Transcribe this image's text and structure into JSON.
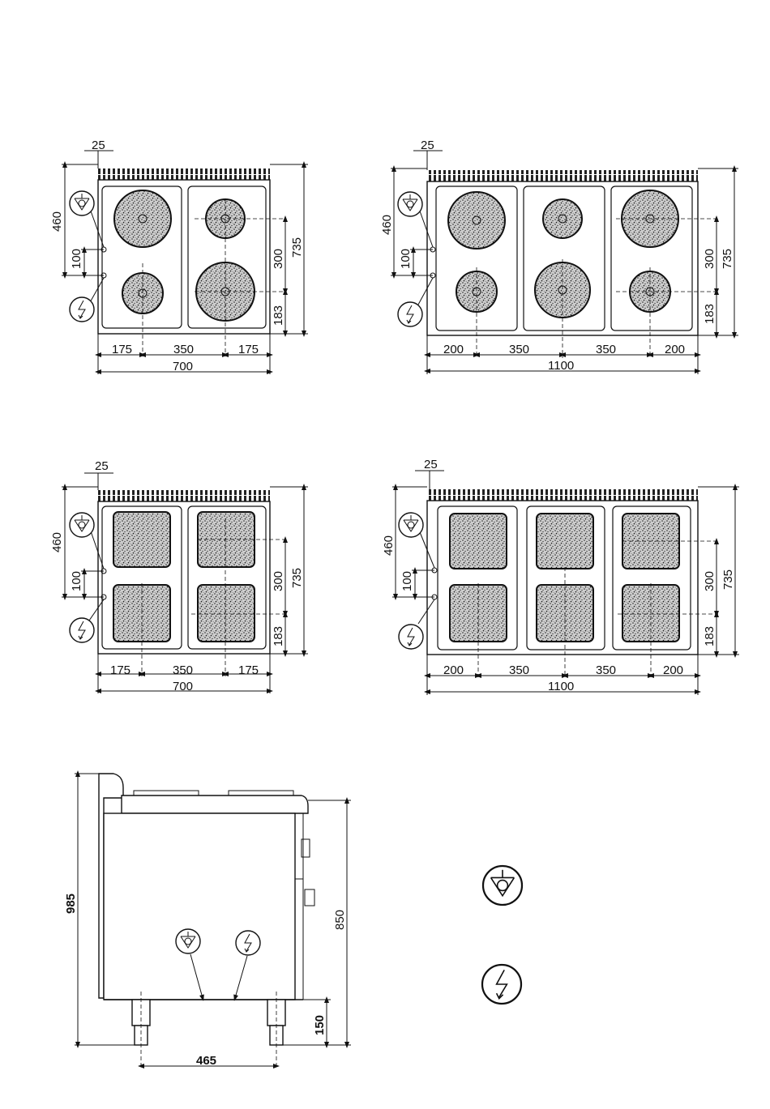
{
  "views": {
    "top_left": {
      "name": "round-plates-700",
      "dim_top": "25",
      "dim_left_outer": "460",
      "dim_left_inner": "100",
      "dim_right_inner": "300",
      "dim_right_lower": "183",
      "dim_right_outer": "735",
      "dim_bottom_segments": [
        "175",
        "350",
        "175"
      ],
      "dim_bottom_total": "700"
    },
    "top_right": {
      "name": "round-plates-1100",
      "dim_top": "25",
      "dim_left_outer": "460",
      "dim_left_inner": "100",
      "dim_right_inner": "300",
      "dim_right_lower": "183",
      "dim_right_outer": "735",
      "dim_bottom_segments": [
        "200",
        "350",
        "350",
        "200"
      ],
      "dim_bottom_total": "1100"
    },
    "mid_left": {
      "name": "square-plates-700",
      "dim_top": "25",
      "dim_left_outer": "460",
      "dim_left_inner": "100",
      "dim_right_inner": "300",
      "dim_right_lower": "183",
      "dim_right_outer": "735",
      "dim_bottom_segments": [
        "175",
        "350",
        "175"
      ],
      "dim_bottom_total": "700"
    },
    "mid_right": {
      "name": "square-plates-1100",
      "dim_top": "25",
      "dim_left_outer": "460",
      "dim_left_inner": "100",
      "dim_right_inner": "300",
      "dim_right_lower": "183",
      "dim_right_outer": "735",
      "dim_bottom_segments": [
        "200",
        "350",
        "350",
        "200"
      ],
      "dim_bottom_total": "1100"
    },
    "side": {
      "name": "side-elevation",
      "dim_height_total": "985",
      "dim_height_work": "850",
      "dim_feet": "150",
      "dim_feet_spacing": "465"
    }
  },
  "legend": {
    "equipotential_icon": "equipotential-symbol",
    "electric_icon": "electric-connection-symbol"
  }
}
